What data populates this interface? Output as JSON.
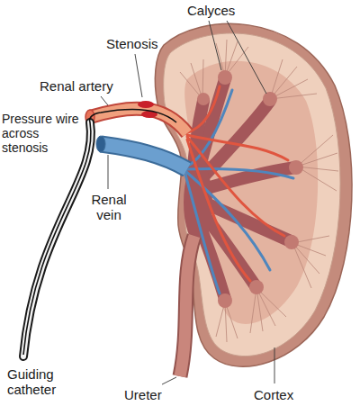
{
  "diagram": {
    "labels": [
      "Calyces",
      "Stenosis",
      "Renal artery",
      "Pressure wire across stenosis",
      "Renal vein",
      "Guiding catheter",
      "Ureter",
      "Cortex"
    ]
  }
}
